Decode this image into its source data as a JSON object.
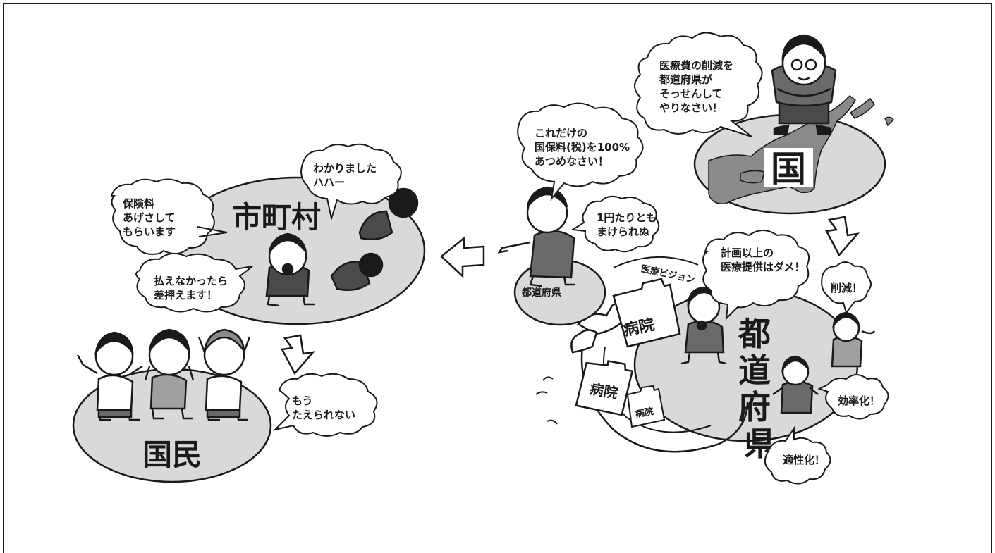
{
  "regions": {
    "kuni": "国",
    "todofuken_label": "都道府県",
    "todofuken_big": [
      "都",
      "道",
      "府",
      "県"
    ],
    "shichouson": "市町村",
    "kokumin": "国民"
  },
  "speech": {
    "kuni": [
      "医療費の削減を",
      "都道府県が",
      "そっせんして",
      "やりなさい！"
    ],
    "collect": [
      "これだけの",
      "国保料(税)を100%",
      "あつめなさい！"
    ],
    "no_discount": [
      "1円たりとも",
      "まけられぬ"
    ],
    "plan": [
      "計画以上の",
      "医療提供はダメ！"
    ],
    "cut": "削減！",
    "efficiency": "効率化！",
    "optimize": "適性化！",
    "wakarimashita": [
      "わかりました",
      "ハハー"
    ],
    "raise": [
      "保険料",
      "あげさして",
      "もらいます"
    ],
    "seize": [
      "払えなかったら",
      "差押えます！"
    ],
    "cannot_bear": [
      "もう",
      "たえられない"
    ]
  },
  "labels": {
    "vision": "医療ビジョン",
    "hospital": "病院"
  },
  "colors": {
    "ink": "#1a1a1a",
    "region_fill": "#d9d9d9",
    "dark_fill": "#8a8a8a",
    "paper": "#ffffff"
  }
}
